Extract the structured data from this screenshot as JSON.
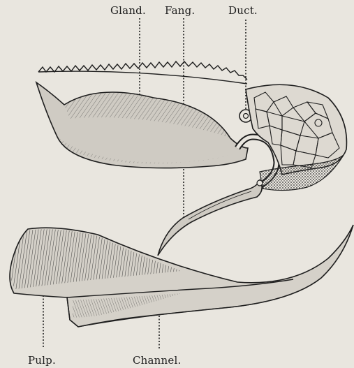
{
  "labels": {
    "gland": "Gland.",
    "fang": "Fang.",
    "duct": "Duct.",
    "pulp": "Pulp.",
    "channel": "Channel."
  },
  "colors": {
    "paper": "#e9e6df",
    "ink": "#1e1e1e",
    "fill": "#cfcbc3",
    "shade": "#a8a49c"
  }
}
